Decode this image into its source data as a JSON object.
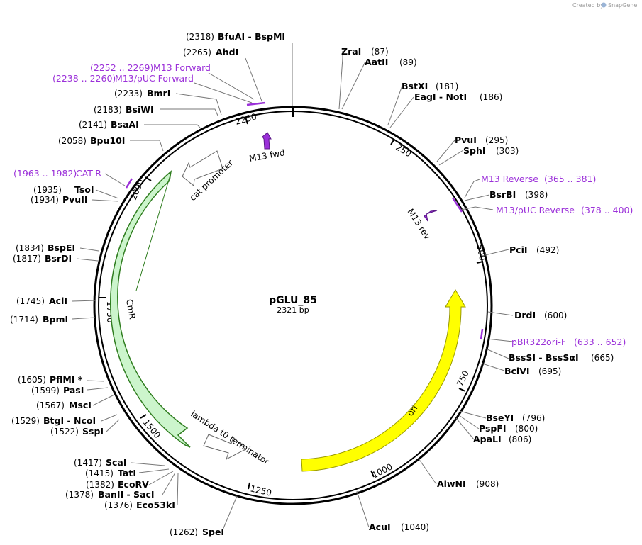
{
  "plasmid": {
    "name": "pGLU_85",
    "length_label": "2321 bp"
  },
  "branding": {
    "created_by": "Created by",
    "app": "SnapGene"
  },
  "scale_ticks": [
    "2250",
    "250",
    "2000",
    "500",
    "1750",
    "750",
    "1500",
    "1000",
    "1250"
  ],
  "enzymes": [
    {
      "pos": "(2318)",
      "name": "BfuAI  - BspMI"
    },
    {
      "pos": "(2265)",
      "name": "AhdI"
    },
    {
      "pos": "(2233)",
      "name": "BmrI"
    },
    {
      "pos": "(2183)",
      "name": "BsiWI"
    },
    {
      "pos": "(2141)",
      "name": "BsaAI"
    },
    {
      "pos": "(2058)",
      "name": "Bpu10I"
    },
    {
      "pos": "(1935)",
      "name": "TsoI"
    },
    {
      "pos": "(1934)",
      "name": "PvuII"
    },
    {
      "pos": "(1834)",
      "name": "BspEI"
    },
    {
      "pos": "(1817)",
      "name": "BsrDI"
    },
    {
      "pos": "(1745)",
      "name": "AclI"
    },
    {
      "pos": "(1714)",
      "name": "BpmI"
    },
    {
      "pos": "(1605)",
      "name": "PflMI *"
    },
    {
      "pos": "(1599)",
      "name": "PasI"
    },
    {
      "pos": "(1567)",
      "name": "MscI"
    },
    {
      "pos": "(1529)",
      "name": "BtgI  - NcoI"
    },
    {
      "pos": "(1522)",
      "name": "SspI"
    },
    {
      "pos": "(1417)",
      "name": "ScaI"
    },
    {
      "pos": "(1415)",
      "name": "TatI"
    },
    {
      "pos": "(1382)",
      "name": "EcoRV"
    },
    {
      "pos": "(1378)",
      "name": "BanII  - SacI"
    },
    {
      "pos": "(1376)",
      "name": "Eco53kI"
    },
    {
      "pos": "(1262)",
      "name": "SpeI"
    },
    {
      "pos": "(87)",
      "name": "ZraI"
    },
    {
      "pos": "(89)",
      "name": "AatII"
    },
    {
      "pos": "(181)",
      "name": "BstXI"
    },
    {
      "pos": "(186)",
      "name": "EagI  - NotI"
    },
    {
      "pos": "(295)",
      "name": "PvuI"
    },
    {
      "pos": "(303)",
      "name": "SphI"
    },
    {
      "pos": "(398)",
      "name": "BsrBI"
    },
    {
      "pos": "(492)",
      "name": "PciI"
    },
    {
      "pos": "(600)",
      "name": "DrdI"
    },
    {
      "pos": "(665)",
      "name": "BssSI  - BssSαI"
    },
    {
      "pos": "(695)",
      "name": "BciVI"
    },
    {
      "pos": "(796)",
      "name": "BseYI"
    },
    {
      "pos": "(800)",
      "name": "PspFI"
    },
    {
      "pos": "(806)",
      "name": "ApaLI"
    },
    {
      "pos": "(908)",
      "name": "AlwNI"
    },
    {
      "pos": "(1040)",
      "name": "AcuI"
    }
  ],
  "primers": [
    {
      "name": "M13 Forward",
      "range": "(2252 .. 2269)"
    },
    {
      "name": "M13/pUC Forward",
      "range": "(2238 .. 2260)"
    },
    {
      "name": "CAT-R",
      "range": "(1963 .. 1982)"
    },
    {
      "name": "M13 Reverse",
      "range": "(365 .. 381)"
    },
    {
      "name": "M13/pUC Reverse",
      "range": "(378 .. 400)"
    },
    {
      "name": "pBR322ori-F",
      "range": "(633 .. 652)"
    }
  ],
  "features": [
    {
      "name": "M13 fwd",
      "color": "#9b30d9"
    },
    {
      "name": "M13 rev",
      "color": "#9b30d9"
    },
    {
      "name": "cat promoter",
      "color": "#ffffff"
    },
    {
      "name": "CmR",
      "color": "#ccf5cc"
    },
    {
      "name": "lambda t0 terminator",
      "color": "#ffffff"
    },
    {
      "name": "ori",
      "color": "#ffff00"
    }
  ],
  "colors": {
    "primer": "#9b30d9",
    "backbone": "#000000",
    "cmr_fill": "#ccf5cc",
    "cmr_stroke": "#2f7d1f",
    "ori_fill": "#ffff00"
  }
}
